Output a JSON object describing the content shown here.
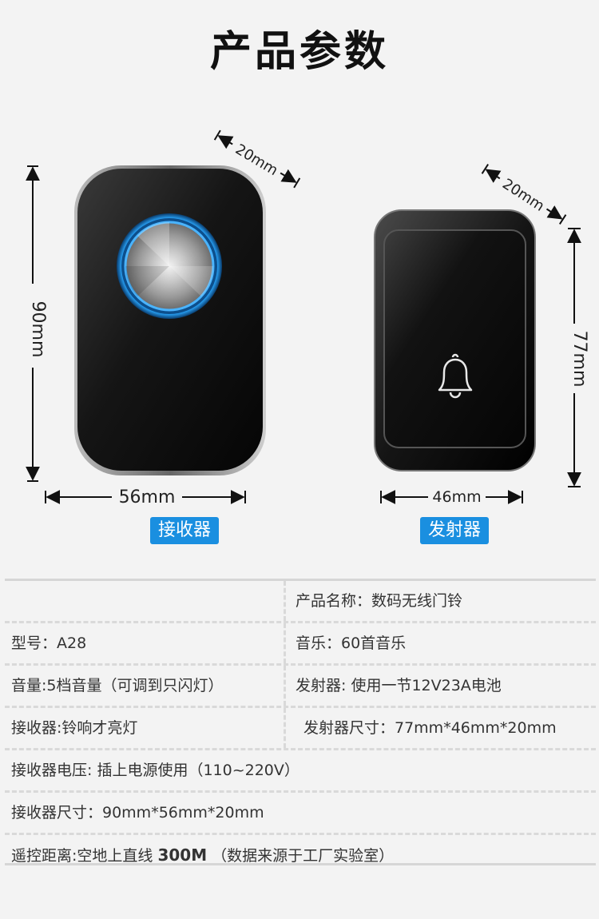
{
  "page": {
    "title": "产品参数"
  },
  "receiver": {
    "badge": "接收器",
    "height_label": "90mm",
    "width_label": "56mm",
    "depth_label": "20mm"
  },
  "transmitter": {
    "badge": "发射器",
    "height_label": "77mm",
    "width_label": "46mm",
    "depth_label": "20mm"
  },
  "specs": {
    "product_name": "产品名称：数码无线门铃",
    "model": "型号：A28",
    "music": "音乐：60首音乐",
    "volume": "音量:5档音量（可调到只闪灯）",
    "transmitter_battery": "发射器: 使用一节12V23A电池",
    "receiver_light": "接收器:铃响才亮灯",
    "transmitter_size": "发射器尺寸：77mm*46mm*20mm",
    "receiver_voltage": "接收器电压: 插上电源使用（110~220V）",
    "receiver_size": "接收器尺寸：90mm*56mm*20mm",
    "range_prefix": "遥控距离:空地上直线",
    "range_value": "300M",
    "range_suffix": "（数据来源于工厂实验室）"
  },
  "colors": {
    "accent": "#1a8fe0",
    "ring": "#2aa8ff"
  },
  "icons": {
    "transmitter_button": "bell-icon"
  }
}
